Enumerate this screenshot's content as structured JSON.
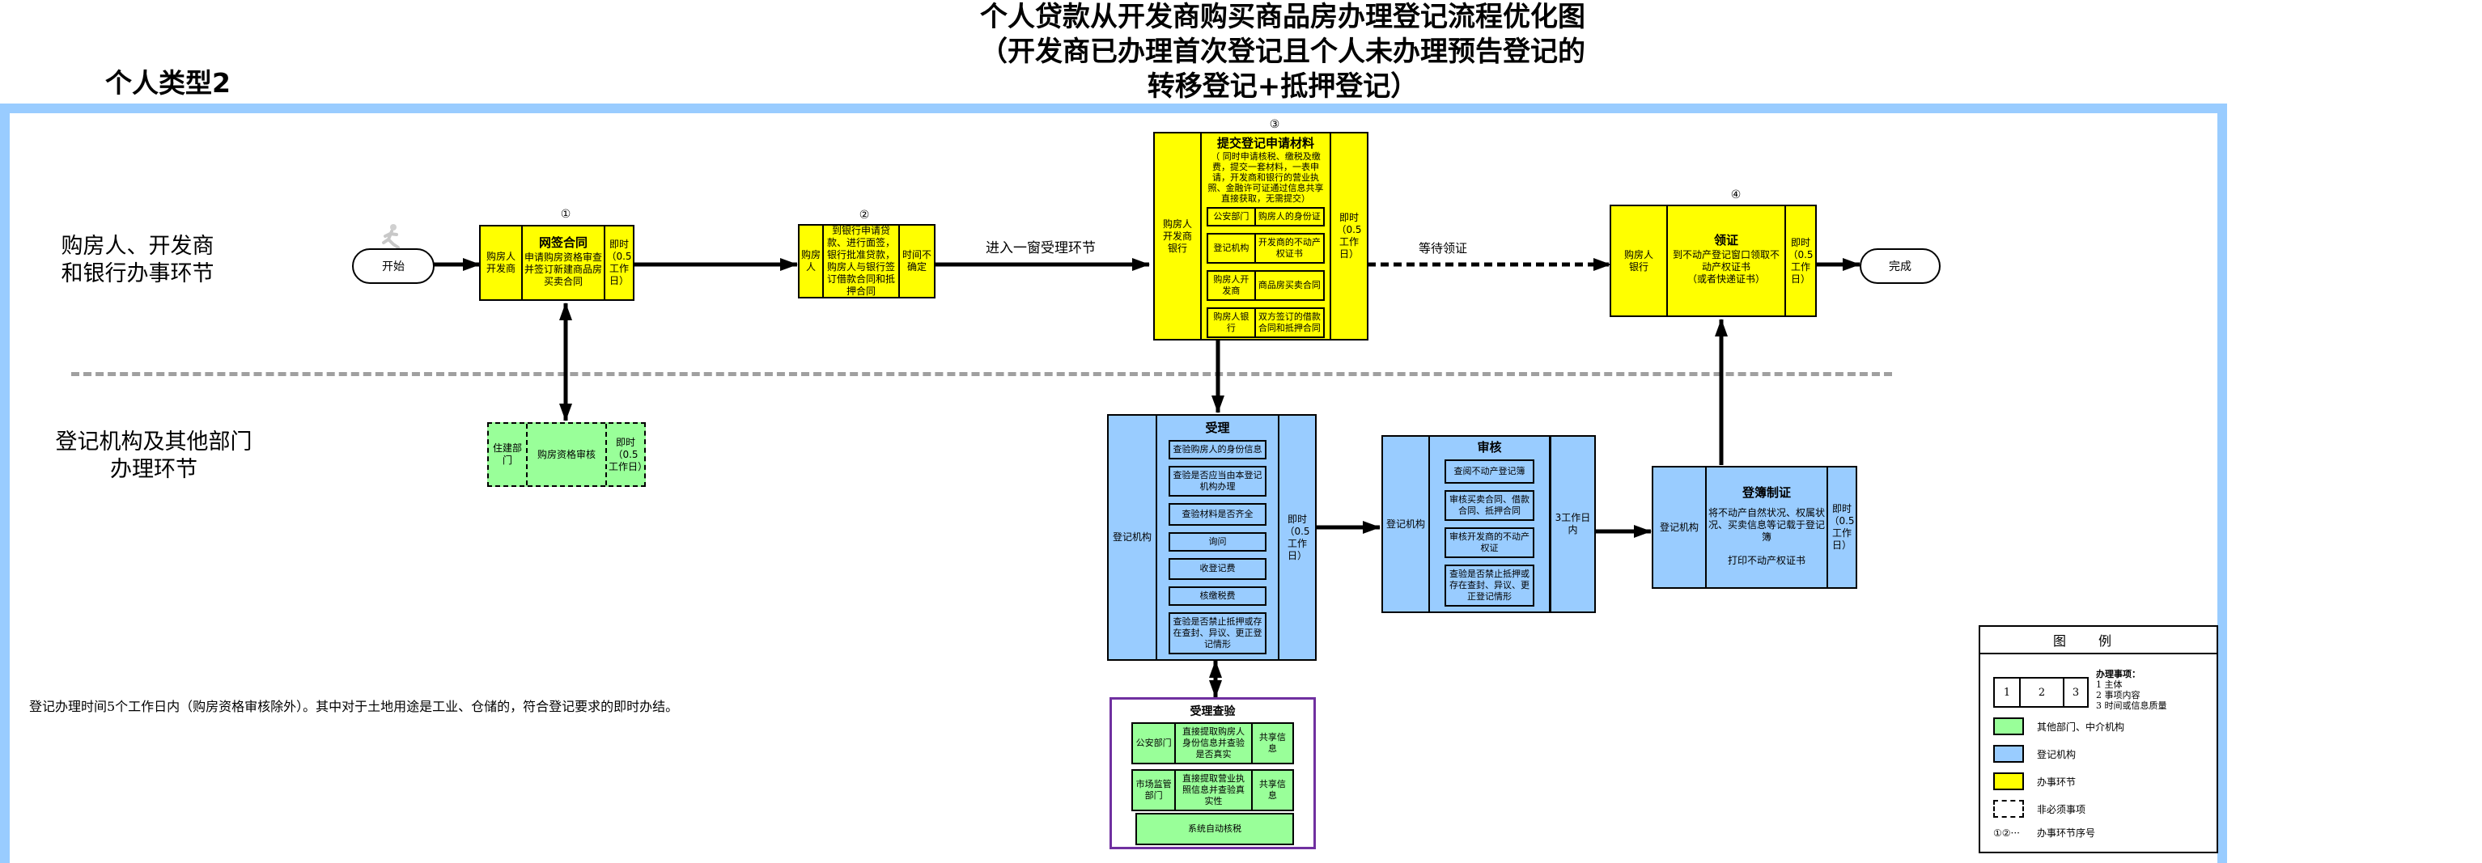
{
  "header": {
    "title_lines": [
      "个人贷款从开发商购买商品房办理登记流程优化图",
      "（开发商已办理首次登记且个人未办理预告登记的",
      "转移登记+抵押登记）"
    ],
    "type_label": "个人类型2"
  },
  "lanes": {
    "top": [
      "购房人、开发商",
      "和银行办事环节"
    ],
    "bottom": [
      "登记机构及其他部门",
      "办理环节"
    ]
  },
  "terminals": {
    "start": "开始",
    "end": "完成"
  },
  "steps": {
    "s1": {
      "num": "①",
      "subject": "购房人\n开发商",
      "title": "网签合同",
      "content": "申请购房资格审查并签订新建商品房买卖合同",
      "time": "即时（0.5工作日）"
    },
    "s2": {
      "num": "②",
      "subject": "购房人",
      "content": "到银行申请贷款、进行面签，银行批准贷款，购房人与银行签订借款合同和抵押合同",
      "time": "时间不确定"
    },
    "s3": {
      "num": "③",
      "subject": "购房人\n开发商\n银行",
      "title": "提交登记申请材料",
      "content": "（ 同时申请核税、缴税及缴费，提交一套材料，一表申请，开发商和银行的营业执照、金融许可证通过信息共享直接获取，无需提交）",
      "materials": [
        {
          "source": "公安部门",
          "item": "购房人的身份证"
        },
        {
          "source": "登记机构",
          "item": "开发商的不动产权证书"
        },
        {
          "source": "购房人开发商",
          "item": "商品房买卖合同"
        },
        {
          "source": "购房人银行",
          "item": "双方签订的借款合同和抵押合同"
        }
      ],
      "time": "即时（0.5工作日）"
    },
    "s4": {
      "num": "④",
      "subject": "购房人\n银行",
      "title": "领证",
      "content": "到不动产登记窗口领取不动产权证书\n（或者快递证书）",
      "time": "即时（0.5工作日）"
    }
  },
  "registry": {
    "qualification": {
      "subject": "住建部门",
      "content": "购房资格审核",
      "time": "即时（0.5工作日）"
    },
    "accept": {
      "subject": "登记机构",
      "title": "受理",
      "items": [
        "查验购房人的身份信息",
        "查验是否应当由本登记机构办理",
        "查验材料是否齐全",
        "询问",
        "收登记费",
        "核缴税费",
        "查验是否禁止抵押或存在查封、异议、更正登记情形"
      ],
      "time": "即时（0.5工作日）"
    },
    "review": {
      "subject": "登记机构",
      "title": "审核",
      "items": [
        "查阅不动产登记簿",
        "审核买卖合同、借款合同、抵押合同",
        "审核开发商的不动产权证",
        "查验是否禁止抵押或存在查封、异议、更正登记情形"
      ],
      "time": "3工作日内"
    },
    "record": {
      "subject": "登记机构",
      "title": "登簿制证",
      "content": "将不动产自然状况、权属状况、买卖信息等记载于登记簿",
      "content2": "打印不动产权证书",
      "time": "即时（0.5工作日）"
    },
    "verify": {
      "title": "受理查验",
      "rows": [
        {
          "dept": "公安部门",
          "content": "直接提取购房人身份信息并查验是否真实",
          "result": "共享信息"
        },
        {
          "dept": "市场监管部门",
          "content": "直接提取营业执照信息并查验真实性",
          "result": "共享信息"
        }
      ],
      "footer": "系统自动核税"
    }
  },
  "flow_labels": {
    "enter_window": "进入一窗受理环节",
    "wait_cert": "等待领证"
  },
  "note": "登记办理时间5个工作日内（购房资格审核除外）。其中对于土地用途是工业、仓储的，符合登记要求的即时办结。",
  "legend": {
    "title": "图例",
    "sample_cells": [
      "1",
      "2",
      "3"
    ],
    "explain_title": "办理事项：",
    "explain": [
      "1 主体",
      "2 事项内容",
      "3 时间或信息质量"
    ],
    "green": "其他部门、中介机构",
    "blue": "登记机构",
    "yellow": "办事环节",
    "dashed": "非必须事项",
    "seq_symbol": "①②···",
    "seq": "办事环节序号"
  },
  "colors": {
    "yellow": "#ffff00",
    "blue": "#99ccff",
    "green": "#99ff99",
    "frame": "#99ccff",
    "verify_border": "#7030a0"
  }
}
